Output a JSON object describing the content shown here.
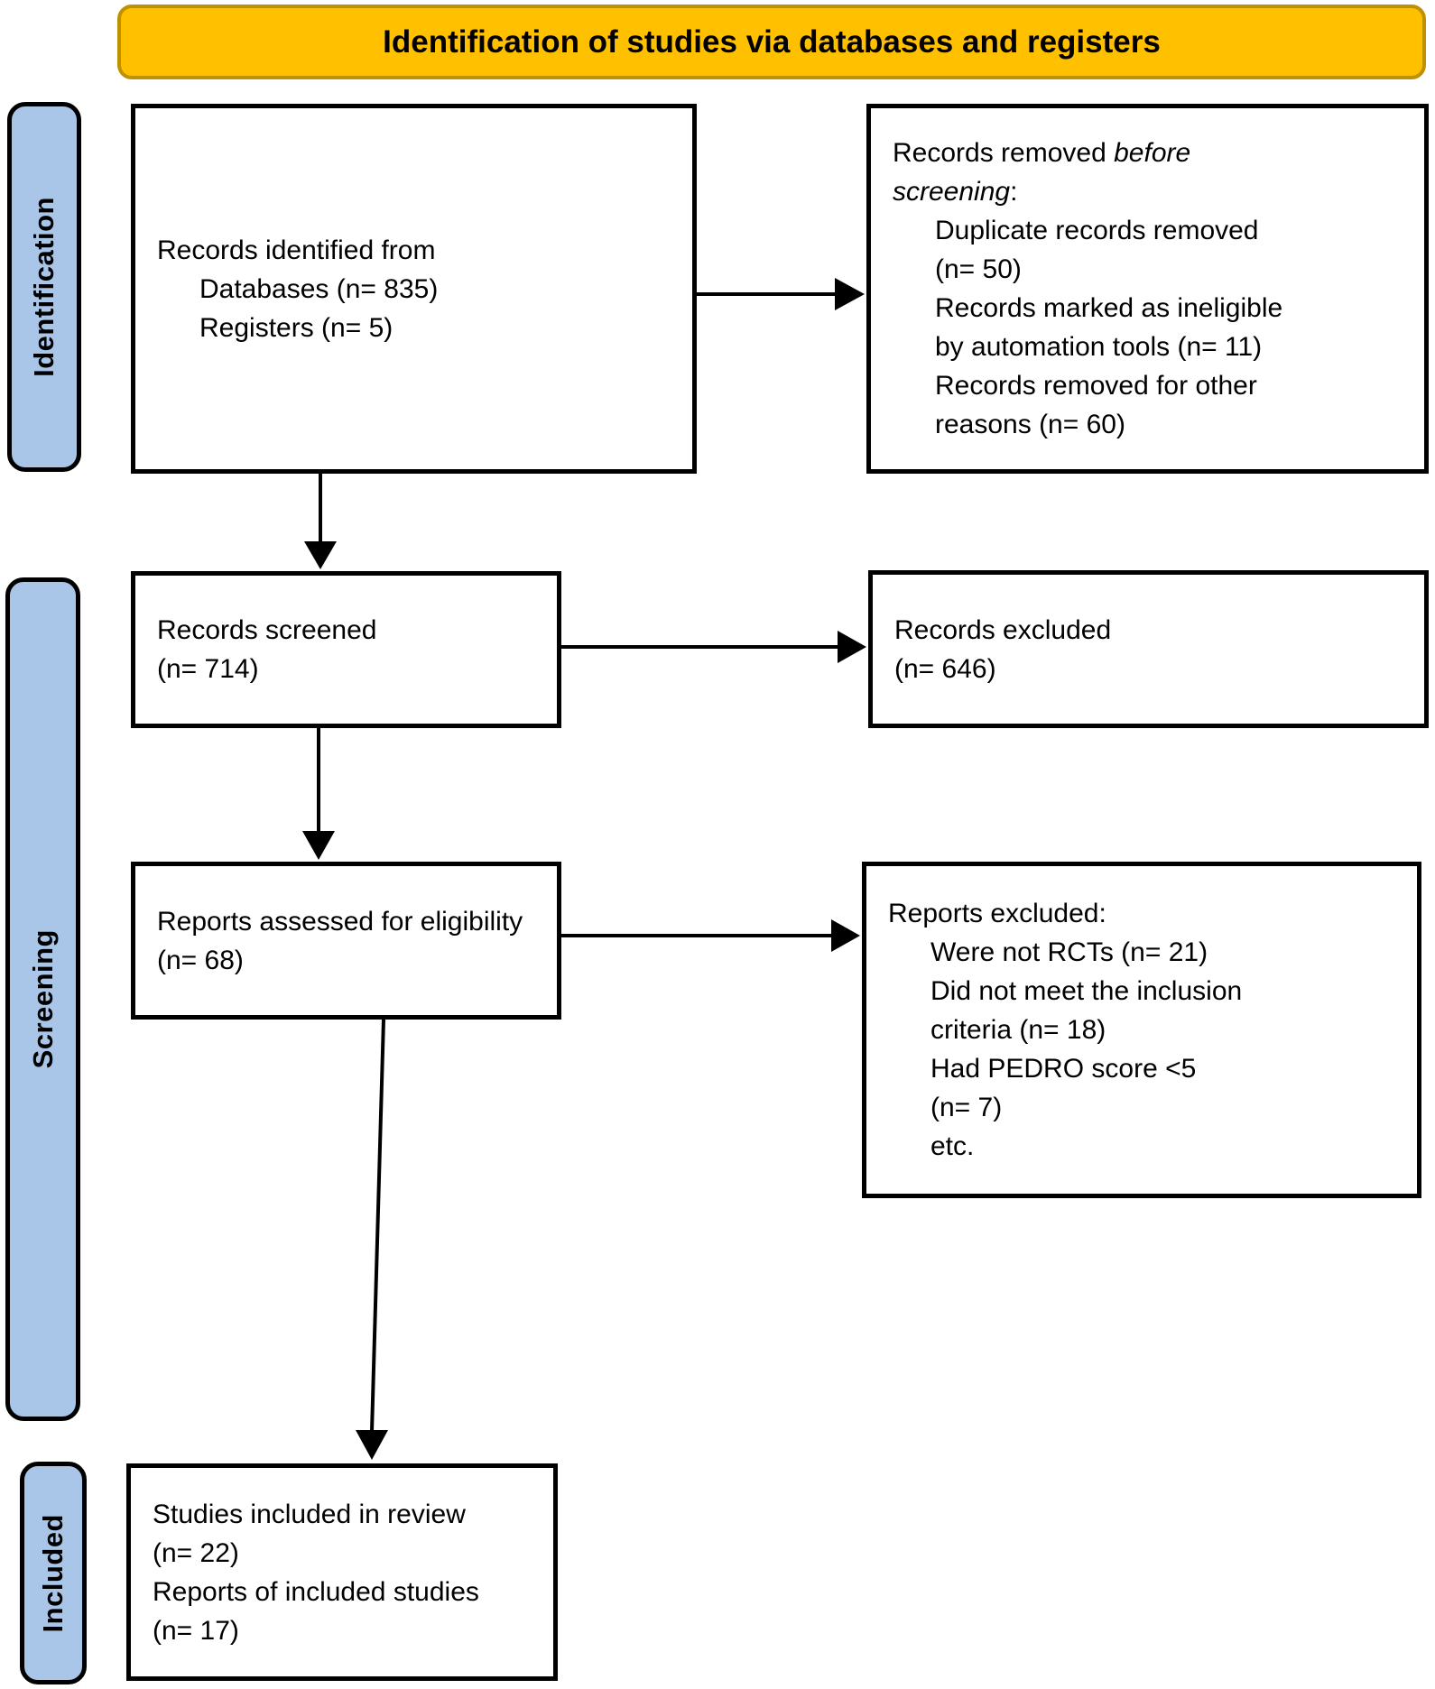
{
  "header": {
    "title": "Identification of studies via databases and registers"
  },
  "sidebar": {
    "stages": [
      {
        "label": "Identification"
      },
      {
        "label": "Screening"
      },
      {
        "label": "Included"
      }
    ]
  },
  "boxes": {
    "identified": {
      "intro": "Records identified from",
      "items": [
        "Databases (n= 835)",
        "Registers (n= 5)"
      ]
    },
    "removed": {
      "intro_prefix": "Records removed ",
      "intro_italic": "before\nscreening",
      "intro_suffix": ":",
      "items": [
        "Duplicate records removed\n(n= 50)",
        "Records marked as ineligible\nby automation tools (n= 11)",
        "Records removed for other\nreasons (n= 60)"
      ]
    },
    "screened": {
      "lines": [
        "Records screened",
        "(n= 714)"
      ]
    },
    "excluded": {
      "lines": [
        "Records excluded",
        "(n= 646)"
      ]
    },
    "assessed": {
      "lines": [
        "Reports assessed for eligibility",
        "(n= 68)"
      ]
    },
    "reports_excluded": {
      "title": "Reports excluded:",
      "items": [
        "Were not RCTs (n= 21)",
        "Did not meet the inclusion\ncriteria (n= 18)",
        "Had PEDRO score <5\n(n= 7)",
        "etc."
      ]
    },
    "included": {
      "lines": [
        "Studies included in review",
        "(n= 22)",
        "Reports of included studies",
        "(n= 17)"
      ]
    }
  },
  "colors": {
    "header_fill": "#FFC000",
    "header_border": "#BF9000",
    "stage_fill": "#A9C6E9",
    "stage_border": "#000000",
    "box_border": "#000000",
    "arrow": "#000000"
  }
}
